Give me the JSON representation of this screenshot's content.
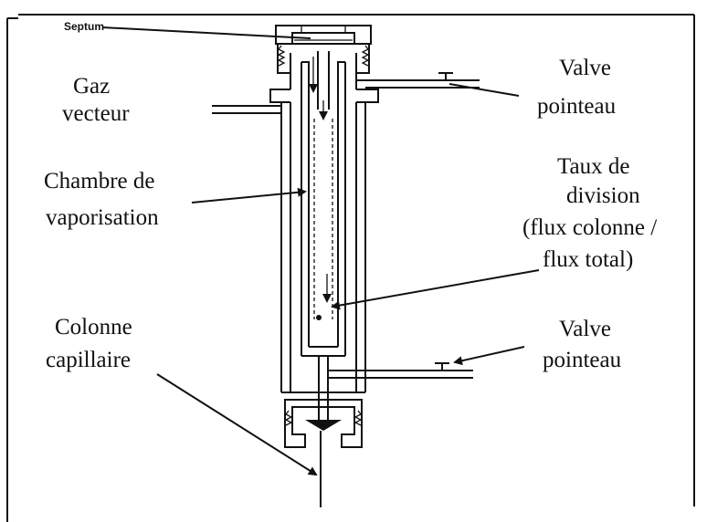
{
  "labels": {
    "septum": "Septum",
    "gaz": [
      "Gaz",
      "vecteur"
    ],
    "chambre": [
      "Chambre de",
      "vaporisation"
    ],
    "colonne": [
      "Colonne",
      "capillaire"
    ],
    "valve_top": [
      "Valve",
      "pointeau"
    ],
    "taux": [
      "Taux de",
      "division",
      "(flux colonne /",
      "flux total)"
    ],
    "valve_bottom": [
      "Valve",
      "pointeau"
    ]
  },
  "colors": {
    "line": "#111111",
    "background": "#ffffff"
  }
}
